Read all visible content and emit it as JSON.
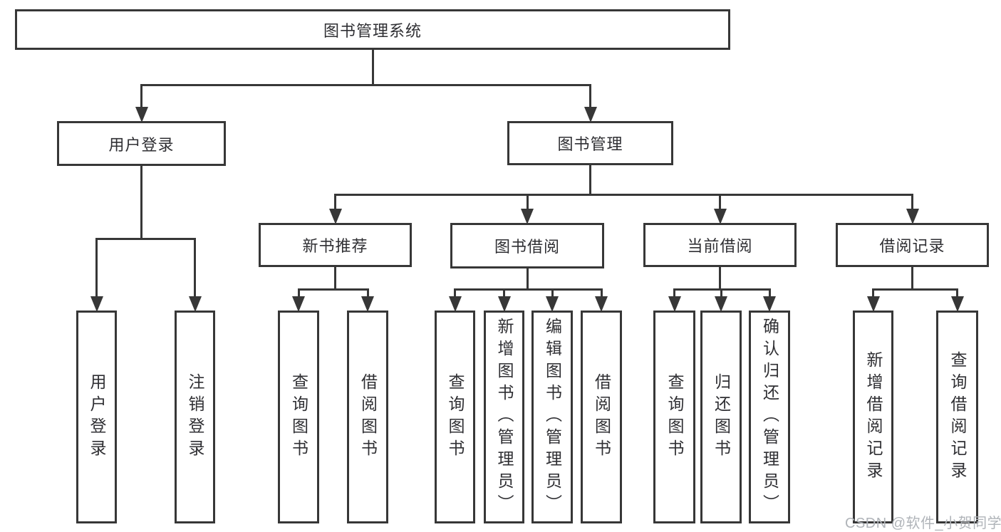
{
  "diagram": {
    "title": "图书管理系统",
    "watermark": "CSDN @软件_小贺同学",
    "colors": {
      "line": "#373737",
      "text": "#2f2f33",
      "background": "#ffffff",
      "watermark": "#b0b4b9"
    },
    "nodes": [
      {
        "id": "root",
        "label": "图书管理系统",
        "level": 1,
        "orientation": "horizontal"
      },
      {
        "id": "user-login",
        "label": "用户登录",
        "level": 2,
        "orientation": "horizontal"
      },
      {
        "id": "book-mgmt",
        "label": "图书管理",
        "level": 2,
        "orientation": "horizontal"
      },
      {
        "id": "new-book-rec",
        "label": "新书推荐",
        "level": 3,
        "orientation": "horizontal"
      },
      {
        "id": "book-borrow",
        "label": "图书借阅",
        "level": 3,
        "orientation": "horizontal"
      },
      {
        "id": "current-borrow",
        "label": "当前借阅",
        "level": 3,
        "orientation": "horizontal"
      },
      {
        "id": "borrow-records",
        "label": "借阅记录",
        "level": 3,
        "orientation": "horizontal"
      },
      {
        "id": "user-login-leaf",
        "label": "用户登录",
        "level": 4,
        "orientation": "vertical"
      },
      {
        "id": "logout-leaf",
        "label": "注销登录",
        "level": 4,
        "orientation": "vertical"
      },
      {
        "id": "query-books-rec",
        "label": "查询图书",
        "level": 4,
        "orientation": "vertical"
      },
      {
        "id": "borrow-books-rec",
        "label": "借阅图书",
        "level": 4,
        "orientation": "vertical"
      },
      {
        "id": "query-books-borrow",
        "label": "查询图书",
        "level": 4,
        "orientation": "vertical"
      },
      {
        "id": "add-book-admin",
        "label": "新增图书（管理员）",
        "level": 4,
        "orientation": "vertical"
      },
      {
        "id": "edit-book-admin",
        "label": "编辑图书（管理员）",
        "level": 4,
        "orientation": "vertical"
      },
      {
        "id": "borrow-books-leaf",
        "label": "借阅图书",
        "level": 4,
        "orientation": "vertical"
      },
      {
        "id": "query-books-current",
        "label": "查询图书",
        "level": 4,
        "orientation": "vertical"
      },
      {
        "id": "return-books",
        "label": "归还图书",
        "level": 4,
        "orientation": "vertical"
      },
      {
        "id": "confirm-return-admin",
        "label": "确认归还（管理员）",
        "level": 4,
        "orientation": "vertical"
      },
      {
        "id": "add-borrow-record",
        "label": "新增借阅记录",
        "level": 4,
        "orientation": "vertical"
      },
      {
        "id": "query-borrow-record",
        "label": "查询借阅记录",
        "level": 4,
        "orientation": "vertical"
      }
    ],
    "edges": [
      {
        "from": "root",
        "to": [
          "user-login",
          "book-mgmt"
        ]
      },
      {
        "from": "user-login",
        "to": [
          "user-login-leaf",
          "logout-leaf"
        ]
      },
      {
        "from": "book-mgmt",
        "to": [
          "new-book-rec",
          "book-borrow",
          "current-borrow",
          "borrow-records"
        ]
      },
      {
        "from": "new-book-rec",
        "to": [
          "query-books-rec",
          "borrow-books-rec"
        ]
      },
      {
        "from": "book-borrow",
        "to": [
          "query-books-borrow",
          "add-book-admin",
          "edit-book-admin",
          "borrow-books-leaf"
        ]
      },
      {
        "from": "current-borrow",
        "to": [
          "query-books-current",
          "return-books",
          "confirm-return-admin"
        ]
      },
      {
        "from": "borrow-records",
        "to": [
          "add-borrow-record",
          "query-borrow-record"
        ]
      }
    ]
  }
}
